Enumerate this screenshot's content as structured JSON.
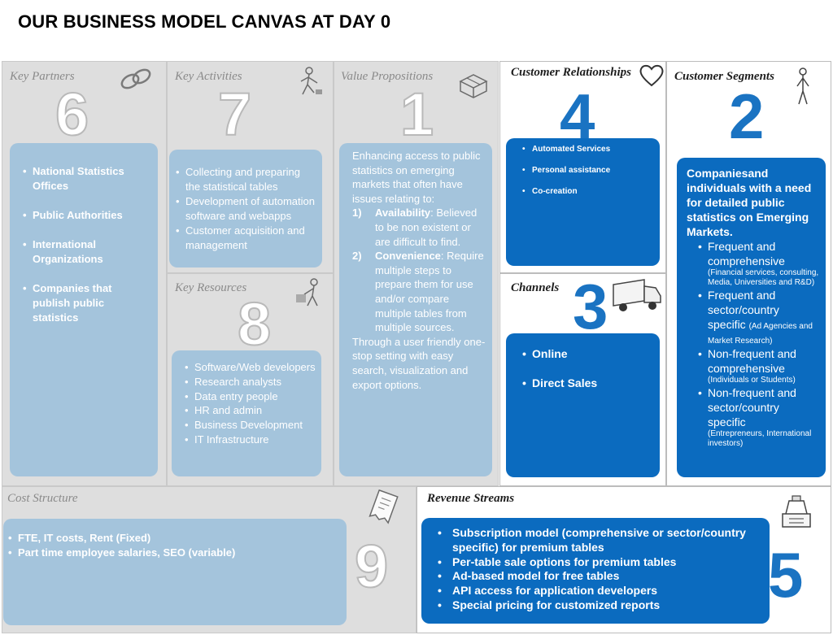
{
  "title": "OUR BUSINESS MODEL CANVAS AT DAY 0",
  "colors": {
    "light_card": "#a4c4dc",
    "dark_card": "#0b6bbf",
    "panel": "#dedede"
  },
  "sections": {
    "key_partners": {
      "heading": "Key Partners",
      "number": "6",
      "items": [
        "National Statistics Offices",
        "Public Authorities",
        "International Organizations",
        "Companies that publish public statistics"
      ]
    },
    "key_activities": {
      "heading": "Key Activities",
      "number": "7",
      "items": [
        "Collecting and preparing the statistical tables",
        "Development of automation software and webapps",
        "Customer acquisition and management"
      ]
    },
    "key_resources": {
      "heading": "Key Resources",
      "number": "8",
      "items": [
        "Software/Web developers",
        "Research analysts",
        "Data entry people",
        "HR and admin",
        "Business Development",
        "IT Infrastructure"
      ]
    },
    "value_propositions": {
      "heading": "Value Propositions",
      "number": "1",
      "intro": "Enhancing access to public  statistics on emerging markets that often have issues relating to:",
      "points": [
        {
          "marker": "1)",
          "label": "Availability",
          "text": ": Believed to be non existent or are difficult to find."
        },
        {
          "marker": "2)",
          "label": "Convenience",
          "text": ": Require multiple steps to prepare them for use and/or compare multiple tables from multiple sources."
        }
      ],
      "outro": "Through a user friendly one-stop setting with easy search, visualization and export options."
    },
    "customer_relationships": {
      "heading": "Customer Relationships",
      "number": "4",
      "items": [
        "Automated Services",
        "Personal assistance",
        "Co-creation"
      ]
    },
    "channels": {
      "heading": "Channels",
      "number": "3",
      "items": [
        "Online",
        "Direct Sales"
      ]
    },
    "customer_segments": {
      "heading": "Customer Segments",
      "number": "2",
      "intro": "Companiesand individuals with a need for detailed public statistics on Emerging Markets.",
      "items": [
        {
          "main": "Frequent and comprehensive",
          "sub": "(Financial services, consulting, Media, Universities and R&D)"
        },
        {
          "main": "Frequent and sector/country specific",
          "sub": "(Ad Agencies and Market Research)"
        },
        {
          "main": "Non-frequent and comprehensive",
          "sub": "(Individuals or Students)"
        },
        {
          "main": "Non-frequent and sector/country specific",
          "sub": "(Entrepreneurs, International investors)"
        }
      ]
    },
    "cost_structure": {
      "heading": "Cost Structure",
      "number": "9",
      "items": [
        "FTE, IT costs, Rent (Fixed)",
        "Part time employee salaries, SEO (variable)"
      ]
    },
    "revenue_streams": {
      "heading": "Revenue Streams",
      "number": "5",
      "items": [
        "Subscription model (comprehensive or sector/country specific) for premium tables",
        "Per-table sale options for premium tables",
        "Ad-based model for free tables",
        "API access for application developers",
        "Special pricing for customized reports"
      ]
    }
  }
}
